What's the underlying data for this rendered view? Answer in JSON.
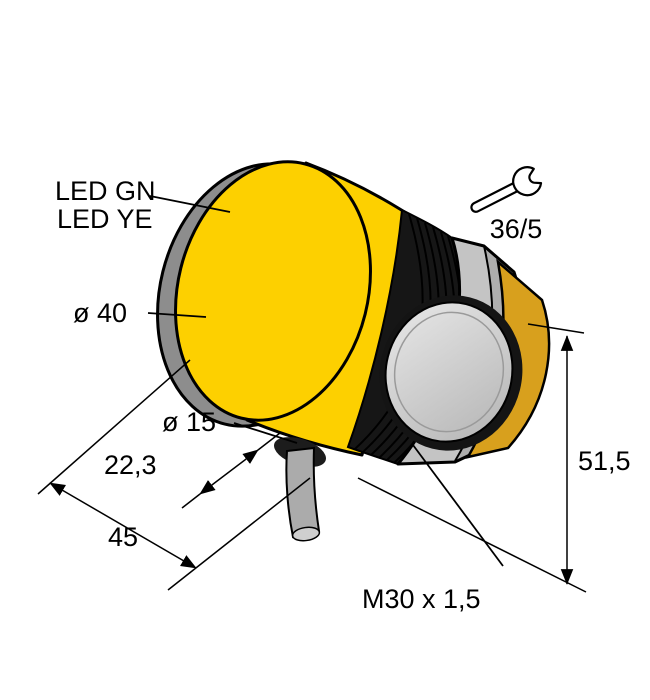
{
  "diagram": {
    "labels": {
      "led_line1": "LED GN",
      "led_line2": "LED YE",
      "wrench_rating": "36/5",
      "face_diameter": "ø 40",
      "cable_diameter": "ø 15",
      "dim_offset": "22,3",
      "dim_length": "45",
      "dim_height": "51,5",
      "thread_spec": "M30 x 1,5"
    },
    "colors": {
      "body_yellow": "#fdd000",
      "rim_gray": "#8d8d8d",
      "ribs_black": "#161616",
      "nut_gray": "#c4c4c4",
      "thread_gold": "#d8a01d",
      "lens_gray": "#c9c9c9",
      "cable_gray": "#ababab",
      "line_black": "#000000"
    }
  }
}
